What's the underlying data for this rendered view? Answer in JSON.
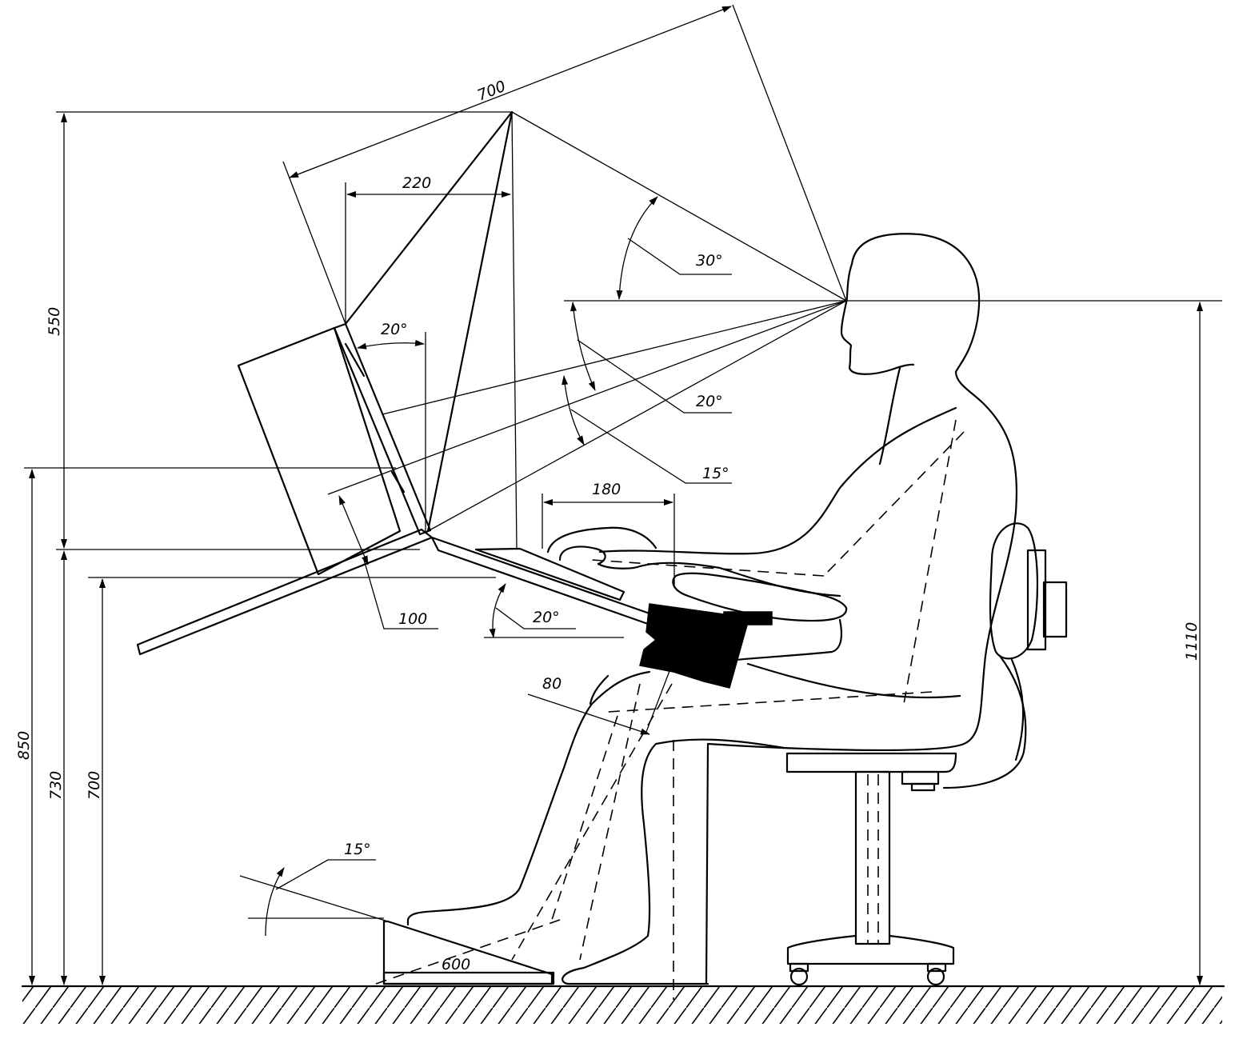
{
  "dimensions": {
    "eye_to_screen_top": "700",
    "screen_setback": "220",
    "screen_height_span": "550",
    "eye_height": "1110",
    "upper_table_height": "850",
    "lower_table_height": "730",
    "desk_height": "700",
    "keyboard_depth": "180",
    "viewing_distance_low": "100",
    "knee_clearance": "80",
    "footrest_length": "600"
  },
  "angles": {
    "gaze_up": "30°",
    "gaze_down": "20°",
    "gaze_range": "15°",
    "screen_tilt": "20°",
    "keyboard_tilt": "20°",
    "footrest_tilt": "15°"
  },
  "icons": {
    "figure": "seated-person-icon",
    "chair": "office-chair-icon",
    "workstation": "computer-workstation-icon",
    "floor": "hatched-floor-icon"
  },
  "colors": {
    "ink": "#000000",
    "paper": "#ffffff"
  }
}
